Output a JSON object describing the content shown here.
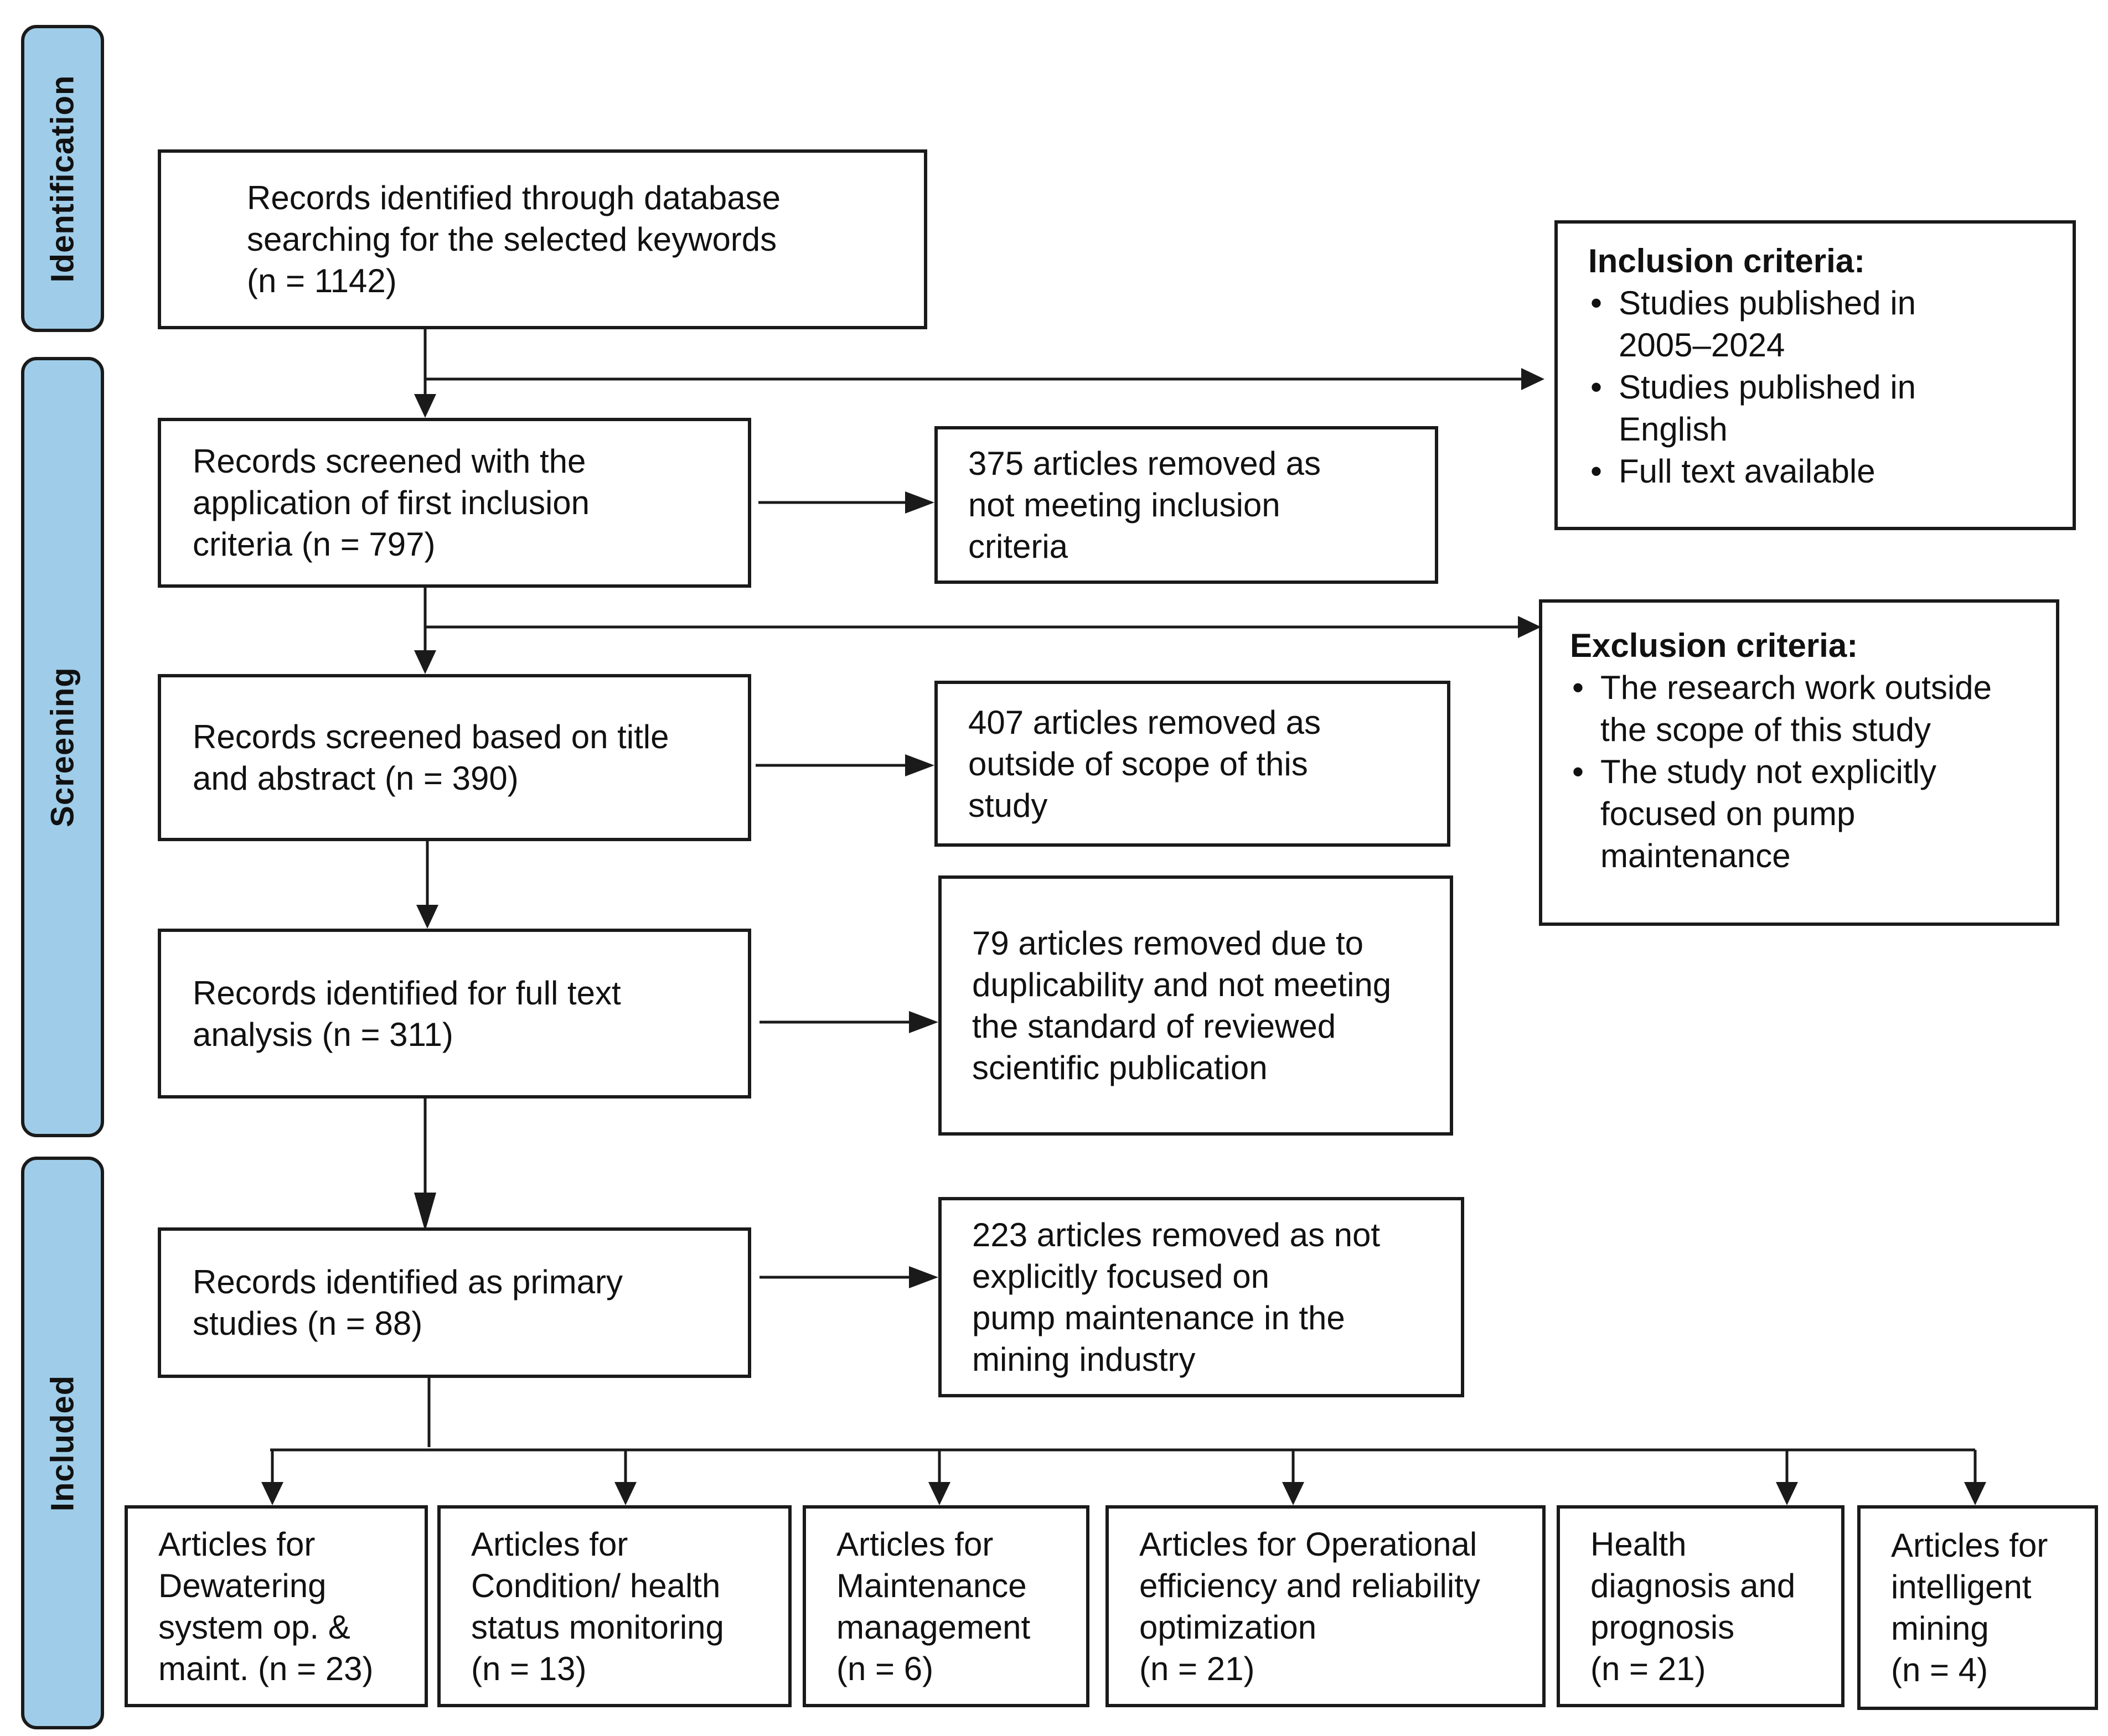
{
  "phases": {
    "identification": "Identification",
    "screening": "Screening",
    "included": "Included"
  },
  "flow": {
    "identified": "Records identified through database\nsearching for the selected keywords\n(n = 1142)",
    "screened_first": "Records screened with the\napplication of first inclusion\ncriteria (n = 797)",
    "removed_first": "375 articles removed as\nnot meeting inclusion\ncriteria",
    "screened_title": "Records screened based on title\nand abstract (n = 390)",
    "removed_scope": "407 articles removed as\noutside of scope of this\nstudy",
    "full_text": "Records identified for full text\nanalysis (n = 311)",
    "removed_dup": "79 articles removed due to\nduplicability and not meeting\nthe standard of reviewed\nscientific publication",
    "primary": "Records identified as primary\nstudies (n = 88)",
    "removed_pump": "223 articles removed as not\nexplicitly focused on\npump maintenance in the\nmining industry"
  },
  "inclusion": {
    "title": "Inclusion criteria:",
    "items": [
      "Studies published in\n2005–2024",
      "Studies published in\nEnglish",
      "Full text available"
    ]
  },
  "exclusion": {
    "title": "Exclusion criteria:",
    "items": [
      "The research work outside\nthe scope of this study",
      "The study not explicitly\nfocused on pump\nmaintenance"
    ]
  },
  "categories": [
    "Articles for\nDewatering\nsystem op. &\nmaint. (n = 23)",
    "Articles for\nCondition/ health\nstatus monitoring\n(n = 13)",
    "Articles for\nMaintenance\nmanagement\n(n = 6)",
    "Articles for Operational\nefficiency and reliability\noptimization\n(n = 21)",
    "Health\ndiagnosis and\nprognosis\n(n = 21)",
    "Articles for\nintelligent\nmining\n(n = 4)"
  ]
}
